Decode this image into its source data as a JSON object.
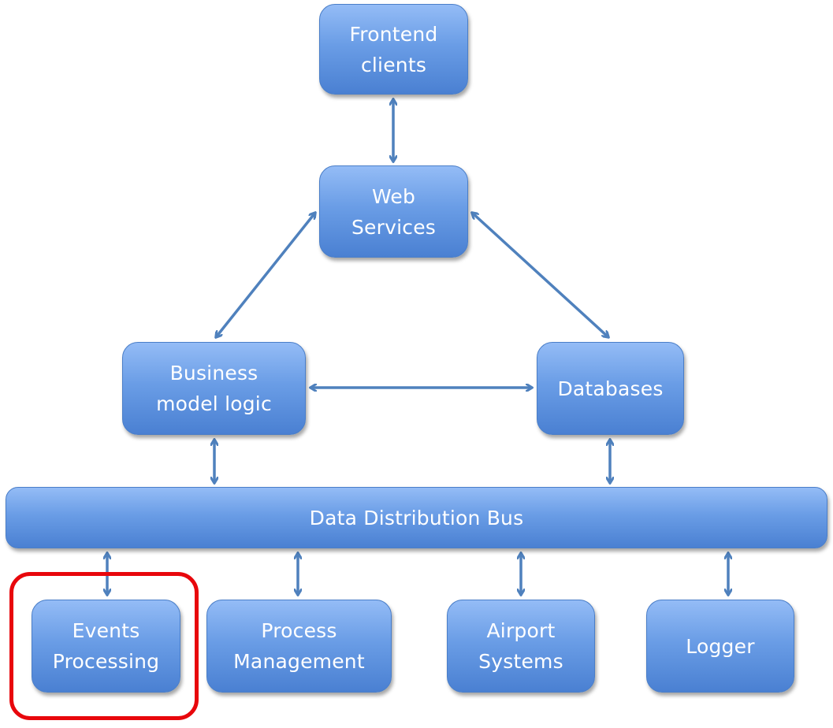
{
  "diagram": {
    "title": "System architecture",
    "colors": {
      "box_fill_top": "#94bcf6",
      "box_fill_bottom": "#4a80d2",
      "box_border": "#4a7ec8",
      "arrow": "#4f81bd",
      "text": "#ffffff",
      "highlight": "#e8070c"
    },
    "nodes": {
      "frontend": {
        "lines": [
          "Frontend",
          "clients"
        ]
      },
      "web_services": {
        "lines": [
          "Web",
          "Services"
        ]
      },
      "business_logic": {
        "lines": [
          "Business",
          "model logic"
        ]
      },
      "databases": {
        "lines": [
          "Databases"
        ]
      },
      "bus": {
        "lines": [
          "Data Distribution Bus"
        ]
      },
      "events": {
        "lines": [
          "Events",
          "Processing"
        ],
        "highlighted": true
      },
      "process_mgmt": {
        "lines": [
          "Process",
          "Management"
        ]
      },
      "airport": {
        "lines": [
          "Airport",
          "Systems"
        ]
      },
      "logger": {
        "lines": [
          "Logger"
        ]
      }
    },
    "edges": [
      {
        "from": "frontend",
        "to": "web_services",
        "direction": "bidirectional"
      },
      {
        "from": "web_services",
        "to": "business_logic",
        "direction": "bidirectional"
      },
      {
        "from": "web_services",
        "to": "databases",
        "direction": "bidirectional"
      },
      {
        "from": "business_logic",
        "to": "databases",
        "direction": "bidirectional"
      },
      {
        "from": "business_logic",
        "to": "bus",
        "direction": "bidirectional"
      },
      {
        "from": "databases",
        "to": "bus",
        "direction": "bidirectional"
      },
      {
        "from": "bus",
        "to": "events",
        "direction": "bidirectional"
      },
      {
        "from": "bus",
        "to": "process_mgmt",
        "direction": "bidirectional"
      },
      {
        "from": "bus",
        "to": "airport",
        "direction": "bidirectional"
      },
      {
        "from": "bus",
        "to": "logger",
        "direction": "bidirectional"
      }
    ]
  }
}
